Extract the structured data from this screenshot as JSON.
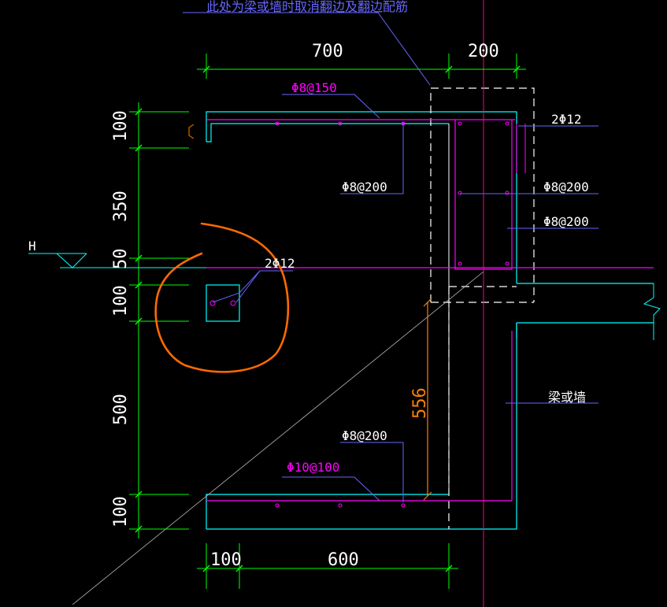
{
  "top_note": "此处为梁或墙时取消翻边及翻边配筋",
  "dimensions": {
    "top_700": "700",
    "top_200": "200",
    "left_100_top": "100",
    "left_350": "350",
    "left_50": "50",
    "left_100_mid": "100",
    "left_500": "500",
    "left_100_bot": "100",
    "bottom_100": "100",
    "bottom_600": "600",
    "inner_556": "556"
  },
  "rebar_labels": {
    "top_slab": "Φ8@150",
    "top_inner": "Φ8@200",
    "corner_top": "2Φ12",
    "wall_a": "Φ8@200",
    "wall_b": "Φ8@200",
    "small_box": "2Φ12",
    "bottom_inner": "Φ8@200",
    "bottom_slab": "Φ10@100"
  },
  "beam_label": "梁或墙",
  "level_mark": "H",
  "colors": {
    "dimension": "#00ff00",
    "outline": "#00ffff",
    "rebar": "#ff00ff",
    "leader": "#6666ff",
    "dim_orange": "#ff8000",
    "markup": "#ff6a00",
    "dashed": "#ffffff"
  }
}
